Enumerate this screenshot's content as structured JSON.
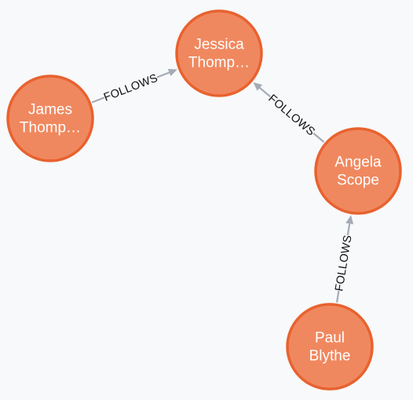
{
  "colors": {
    "background": "#f8f9fb",
    "node_fill": "#f0885f",
    "node_stroke": "#e8622f",
    "node_text": "#ffffff",
    "edge": "#a5abb6",
    "edge_label": "#111111"
  },
  "nodes": [
    {
      "id": "jessica",
      "lines": [
        "Jessica",
        "Thomp…"
      ]
    },
    {
      "id": "james",
      "lines": [
        "James",
        "Thomp…"
      ]
    },
    {
      "id": "angela",
      "lines": [
        "Angela",
        "Scope"
      ]
    },
    {
      "id": "paul",
      "lines": [
        "Paul",
        "Blythe"
      ]
    }
  ],
  "edges": [
    {
      "id": "james-jessica",
      "from": "james",
      "to": "jessica",
      "label": "FOLLOWS"
    },
    {
      "id": "angela-jessica",
      "from": "angela",
      "to": "jessica",
      "label": "FOLLOWS"
    },
    {
      "id": "paul-angela",
      "from": "paul",
      "to": "angela",
      "label": "FOLLOWS"
    }
  ]
}
